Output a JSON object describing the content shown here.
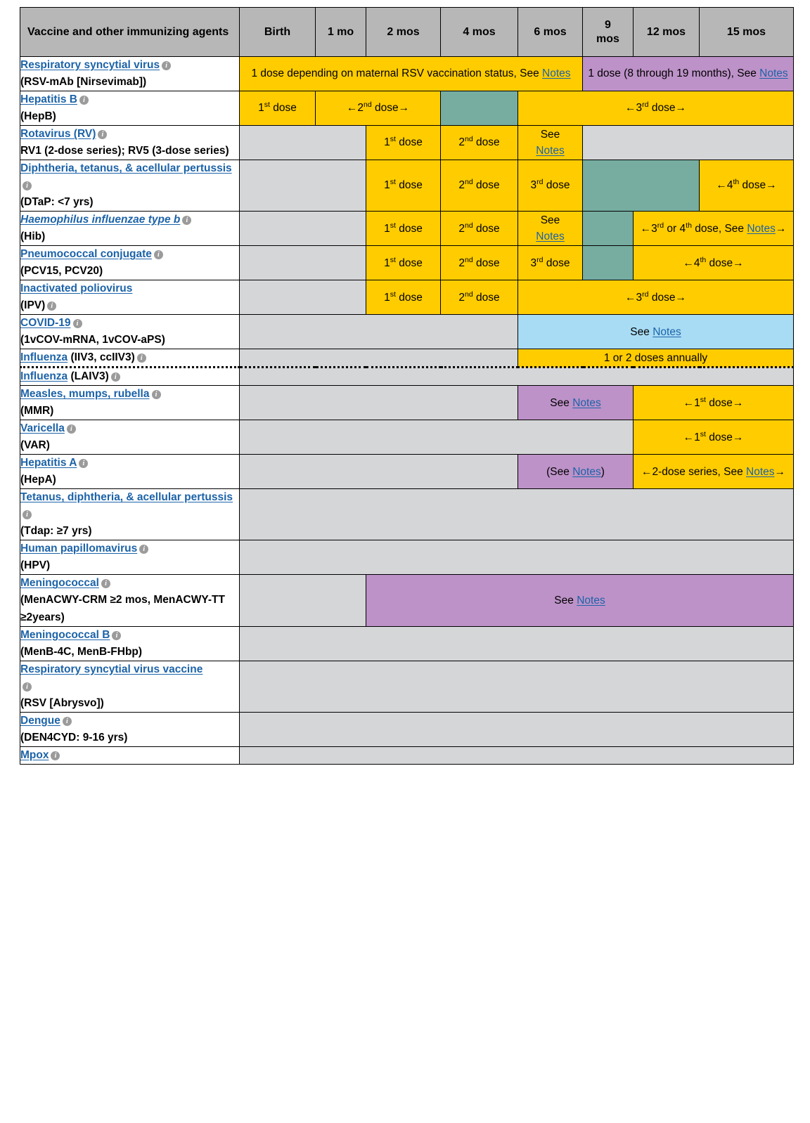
{
  "header": {
    "name_column": "Vaccine and other immunizing agents",
    "age_columns": [
      "Birth",
      "1 mo",
      "2 mos",
      "4 mos",
      "6 mos",
      "9 mos",
      "12 mos",
      "15 mos"
    ]
  },
  "colors": {
    "yellow": "#FFCC00",
    "gray": "#D5D6D8",
    "green": "#76ADA0",
    "purple": "#BD92C8",
    "blue": "#A8DCF5",
    "header_gray": "#B7B7B7",
    "link_blue": "#1C63A8"
  },
  "labels": {
    "notes": "Notes",
    "see": "See",
    "info_icon": "i"
  },
  "rows": [
    {
      "name": "Respiratory syncytial virus",
      "sub": "(RSV-mAb [Nirsevimab])",
      "cells": [
        {
          "text": "1 dose depending on maternal RSV vaccination status, See Notes"
        },
        {
          "text": "1 dose (8 through 19 months), See Notes"
        }
      ]
    },
    {
      "name": "Hepatitis B",
      "sub": "(HepB)",
      "cells": [
        {
          "text": "1st dose"
        },
        {
          "text": "←2nd dose→"
        },
        {
          "text": ""
        },
        {
          "text": "←3rd dose→"
        }
      ]
    },
    {
      "name": "Rotavirus (RV)",
      "sub": "RV1 (2-dose series); RV5 (3-dose series)",
      "cells": [
        {
          "text": ""
        },
        {
          "text": "1st dose"
        },
        {
          "text": "2nd dose"
        },
        {
          "text": "See Notes"
        },
        {
          "text": ""
        }
      ]
    },
    {
      "name": "Diphtheria, tetanus, & acellular pertussis",
      "sub": "(DTaP: <7 yrs)",
      "cells": [
        {
          "text": ""
        },
        {
          "text": "1st dose"
        },
        {
          "text": "2nd dose"
        },
        {
          "text": "3rd dose"
        },
        {
          "text": ""
        },
        {
          "text": "←4th dose→"
        }
      ]
    },
    {
      "name": "Haemophilus influenzae type b",
      "sub": "(Hib)",
      "cells": [
        {
          "text": ""
        },
        {
          "text": "1st dose"
        },
        {
          "text": "2nd dose"
        },
        {
          "text": "See Notes"
        },
        {
          "text": ""
        },
        {
          "text": "←3rd or 4th dose, See Notes→"
        }
      ]
    },
    {
      "name": "Pneumococcal conjugate",
      "sub": "(PCV15, PCV20)",
      "cells": [
        {
          "text": ""
        },
        {
          "text": "1st dose"
        },
        {
          "text": "2nd dose"
        },
        {
          "text": "3rd dose"
        },
        {
          "text": ""
        },
        {
          "text": "←4th dose→"
        }
      ]
    },
    {
      "name": "Inactivated poliovirus",
      "sub": "(IPV)",
      "cells": [
        {
          "text": ""
        },
        {
          "text": "1st dose"
        },
        {
          "text": "2nd dose"
        },
        {
          "text": "←3rd dose→"
        }
      ]
    },
    {
      "name": "COVID-19",
      "sub": "(1vCOV-mRNA, 1vCOV-aPS)",
      "cells": [
        {
          "text": ""
        },
        {
          "text": "See Notes"
        }
      ]
    },
    {
      "name": "Influenza (IIV3, ccIIV3)",
      "sub": "",
      "cells": [
        {
          "text": ""
        },
        {
          "text": "1 or 2 doses annually"
        }
      ]
    },
    {
      "name": "Influenza (LAIV3)",
      "sub": "",
      "cells": [
        {
          "text": ""
        }
      ]
    },
    {
      "name": "Measles, mumps, rubella",
      "sub": "(MMR)",
      "cells": [
        {
          "text": ""
        },
        {
          "text": "See Notes"
        },
        {
          "text": "←1st dose→"
        }
      ]
    },
    {
      "name": "Varicella",
      "sub": "(VAR)",
      "cells": [
        {
          "text": ""
        },
        {
          "text": "←1st dose→"
        }
      ]
    },
    {
      "name": "Hepatitis A",
      "sub": "(HepA)",
      "cells": [
        {
          "text": ""
        },
        {
          "text": "(See Notes)"
        },
        {
          "text": "←2-dose series, See Notes→"
        }
      ]
    },
    {
      "name": "Tetanus, diphtheria, & acellular pertussis",
      "sub": "(Tdap: ≥7 yrs)",
      "cells": [
        {
          "text": ""
        }
      ]
    },
    {
      "name": "Human papillomavirus",
      "sub": "(HPV)",
      "cells": [
        {
          "text": ""
        }
      ]
    },
    {
      "name": "Meningococcal",
      "sub": "(MenACWY-CRM ≥2 mos, MenACWY-TT ≥2years)",
      "cells": [
        {
          "text": ""
        },
        {
          "text": "See Notes"
        }
      ]
    },
    {
      "name": "Meningococcal B",
      "sub": "(MenB-4C, MenB-FHbp)",
      "cells": [
        {
          "text": ""
        }
      ]
    },
    {
      "name": "Respiratory syncytial virus vaccine",
      "sub": "(RSV [Abrysvo])",
      "cells": [
        {
          "text": ""
        }
      ]
    },
    {
      "name": "Dengue",
      "sub": "(DEN4CYD: 9-16 yrs)",
      "cells": [
        {
          "text": ""
        }
      ]
    },
    {
      "name": "Mpox",
      "sub": "",
      "cells": [
        {
          "text": ""
        }
      ]
    }
  ]
}
